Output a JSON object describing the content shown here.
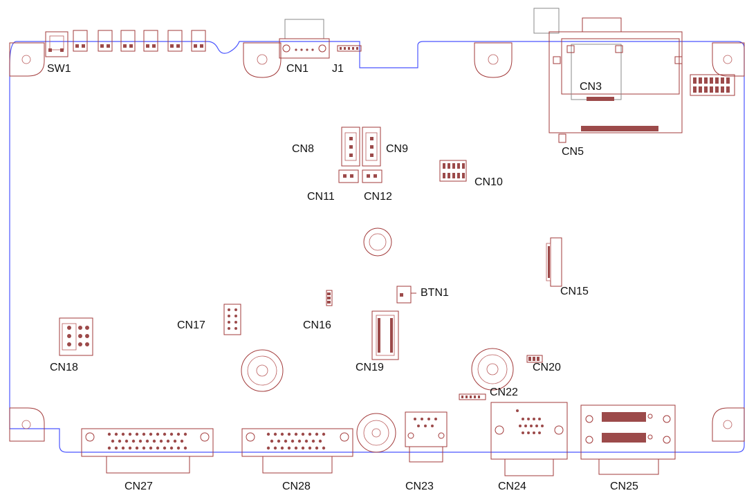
{
  "labels": {
    "sw1": "SW1",
    "cn1": "CN1",
    "j1": "J1",
    "cn3": "CN3",
    "cn5": "CN5",
    "cn8": "CN8",
    "cn9": "CN9",
    "cn10": "CN10",
    "cn11": "CN11",
    "cn12": "CN12",
    "cn15": "CN15",
    "btn1": "BTN1",
    "cn16": "CN16",
    "cn17": "CN17",
    "cn18": "CN18",
    "cn19": "CN19",
    "cn20": "CN20",
    "cn22": "CN22",
    "cn23": "CN23",
    "cn24": "CN24",
    "cn25": "CN25",
    "cn27": "CN27",
    "cn28": "CN28"
  },
  "colors": {
    "outline": "#4a55ff",
    "footprint": "#a23a3a",
    "label": "#111111"
  }
}
